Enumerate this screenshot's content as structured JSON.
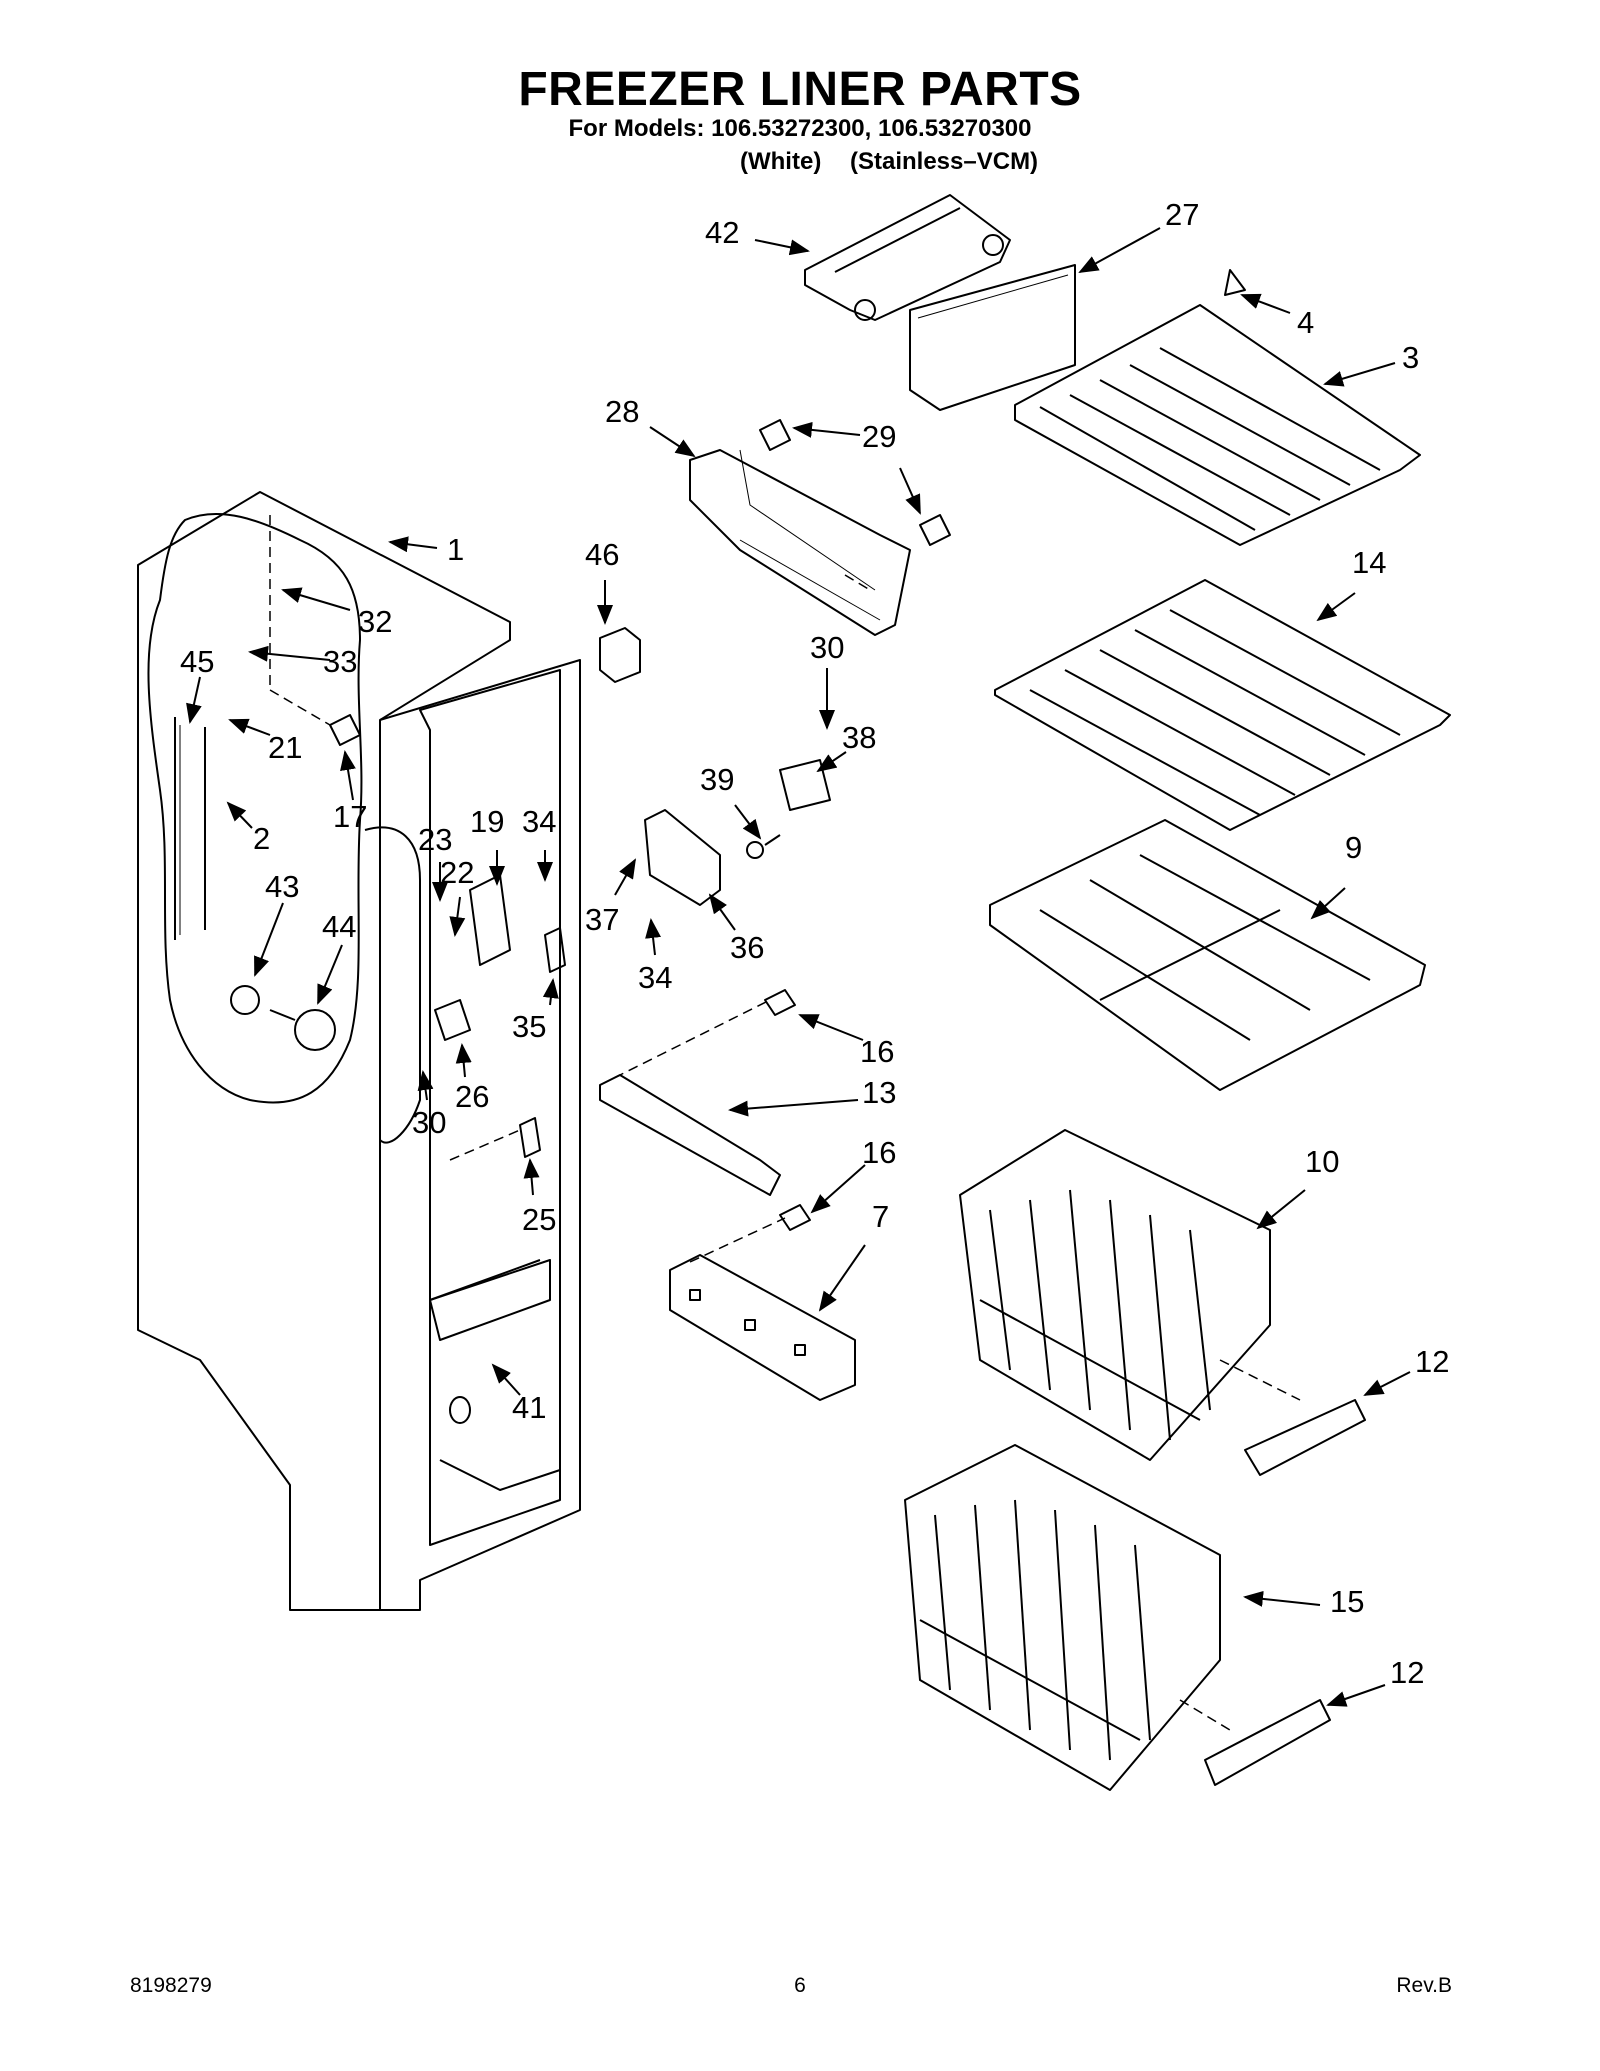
{
  "header": {
    "title": "FREEZER LINER PARTS",
    "subtitle": "For Models: 106.53272300, 106.53270300",
    "variant_white": "(White)",
    "variant_stainless": "(Stainless–VCM)"
  },
  "callouts": [
    "42",
    "27",
    "4",
    "3",
    "28",
    "29",
    "1",
    "46",
    "32",
    "33",
    "45",
    "21",
    "17",
    "2",
    "30",
    "38",
    "14",
    "39",
    "19",
    "34",
    "23",
    "22",
    "43",
    "44",
    "37",
    "36",
    "34",
    "9",
    "16",
    "13",
    "35",
    "26",
    "30",
    "16",
    "7",
    "10",
    "25",
    "41",
    "12",
    "15",
    "12"
  ],
  "footer": {
    "doc_number": "8198279",
    "page_number": "6",
    "revision": "Rev.B"
  }
}
